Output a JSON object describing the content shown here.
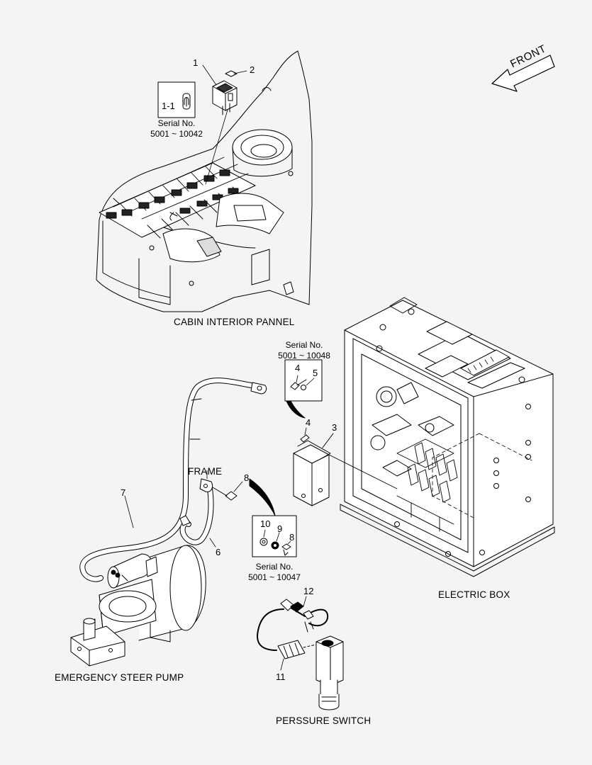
{
  "front_label": "FRONT",
  "captions": {
    "cabin": "CABIN INTERIOR PANNEL",
    "electric_box": "ELECTRIC BOX",
    "steer_pump": "EMERGENCY STEER PUMP",
    "pressure_switch": "PERSSURE SWITCH",
    "frame": "FRAME"
  },
  "serials": {
    "lamp": {
      "title": "Serial No.",
      "range": "5001 ~ 10042"
    },
    "bolt": {
      "title": "Serial No.",
      "range": "5001 ~ 10048"
    },
    "washer": {
      "title": "Serial No.",
      "range": "5001 ~ 10047"
    }
  },
  "callouts": {
    "c1": "1",
    "c2": "2",
    "c1_1": "1-1",
    "c3": "3",
    "c4_box": "4",
    "c5": "5",
    "c4": "4",
    "c6": "6",
    "c7": "7",
    "c8": "8",
    "c10_box": "10",
    "c9_box": "9",
    "c8_box": "8",
    "c11": "11",
    "c12": "12"
  }
}
